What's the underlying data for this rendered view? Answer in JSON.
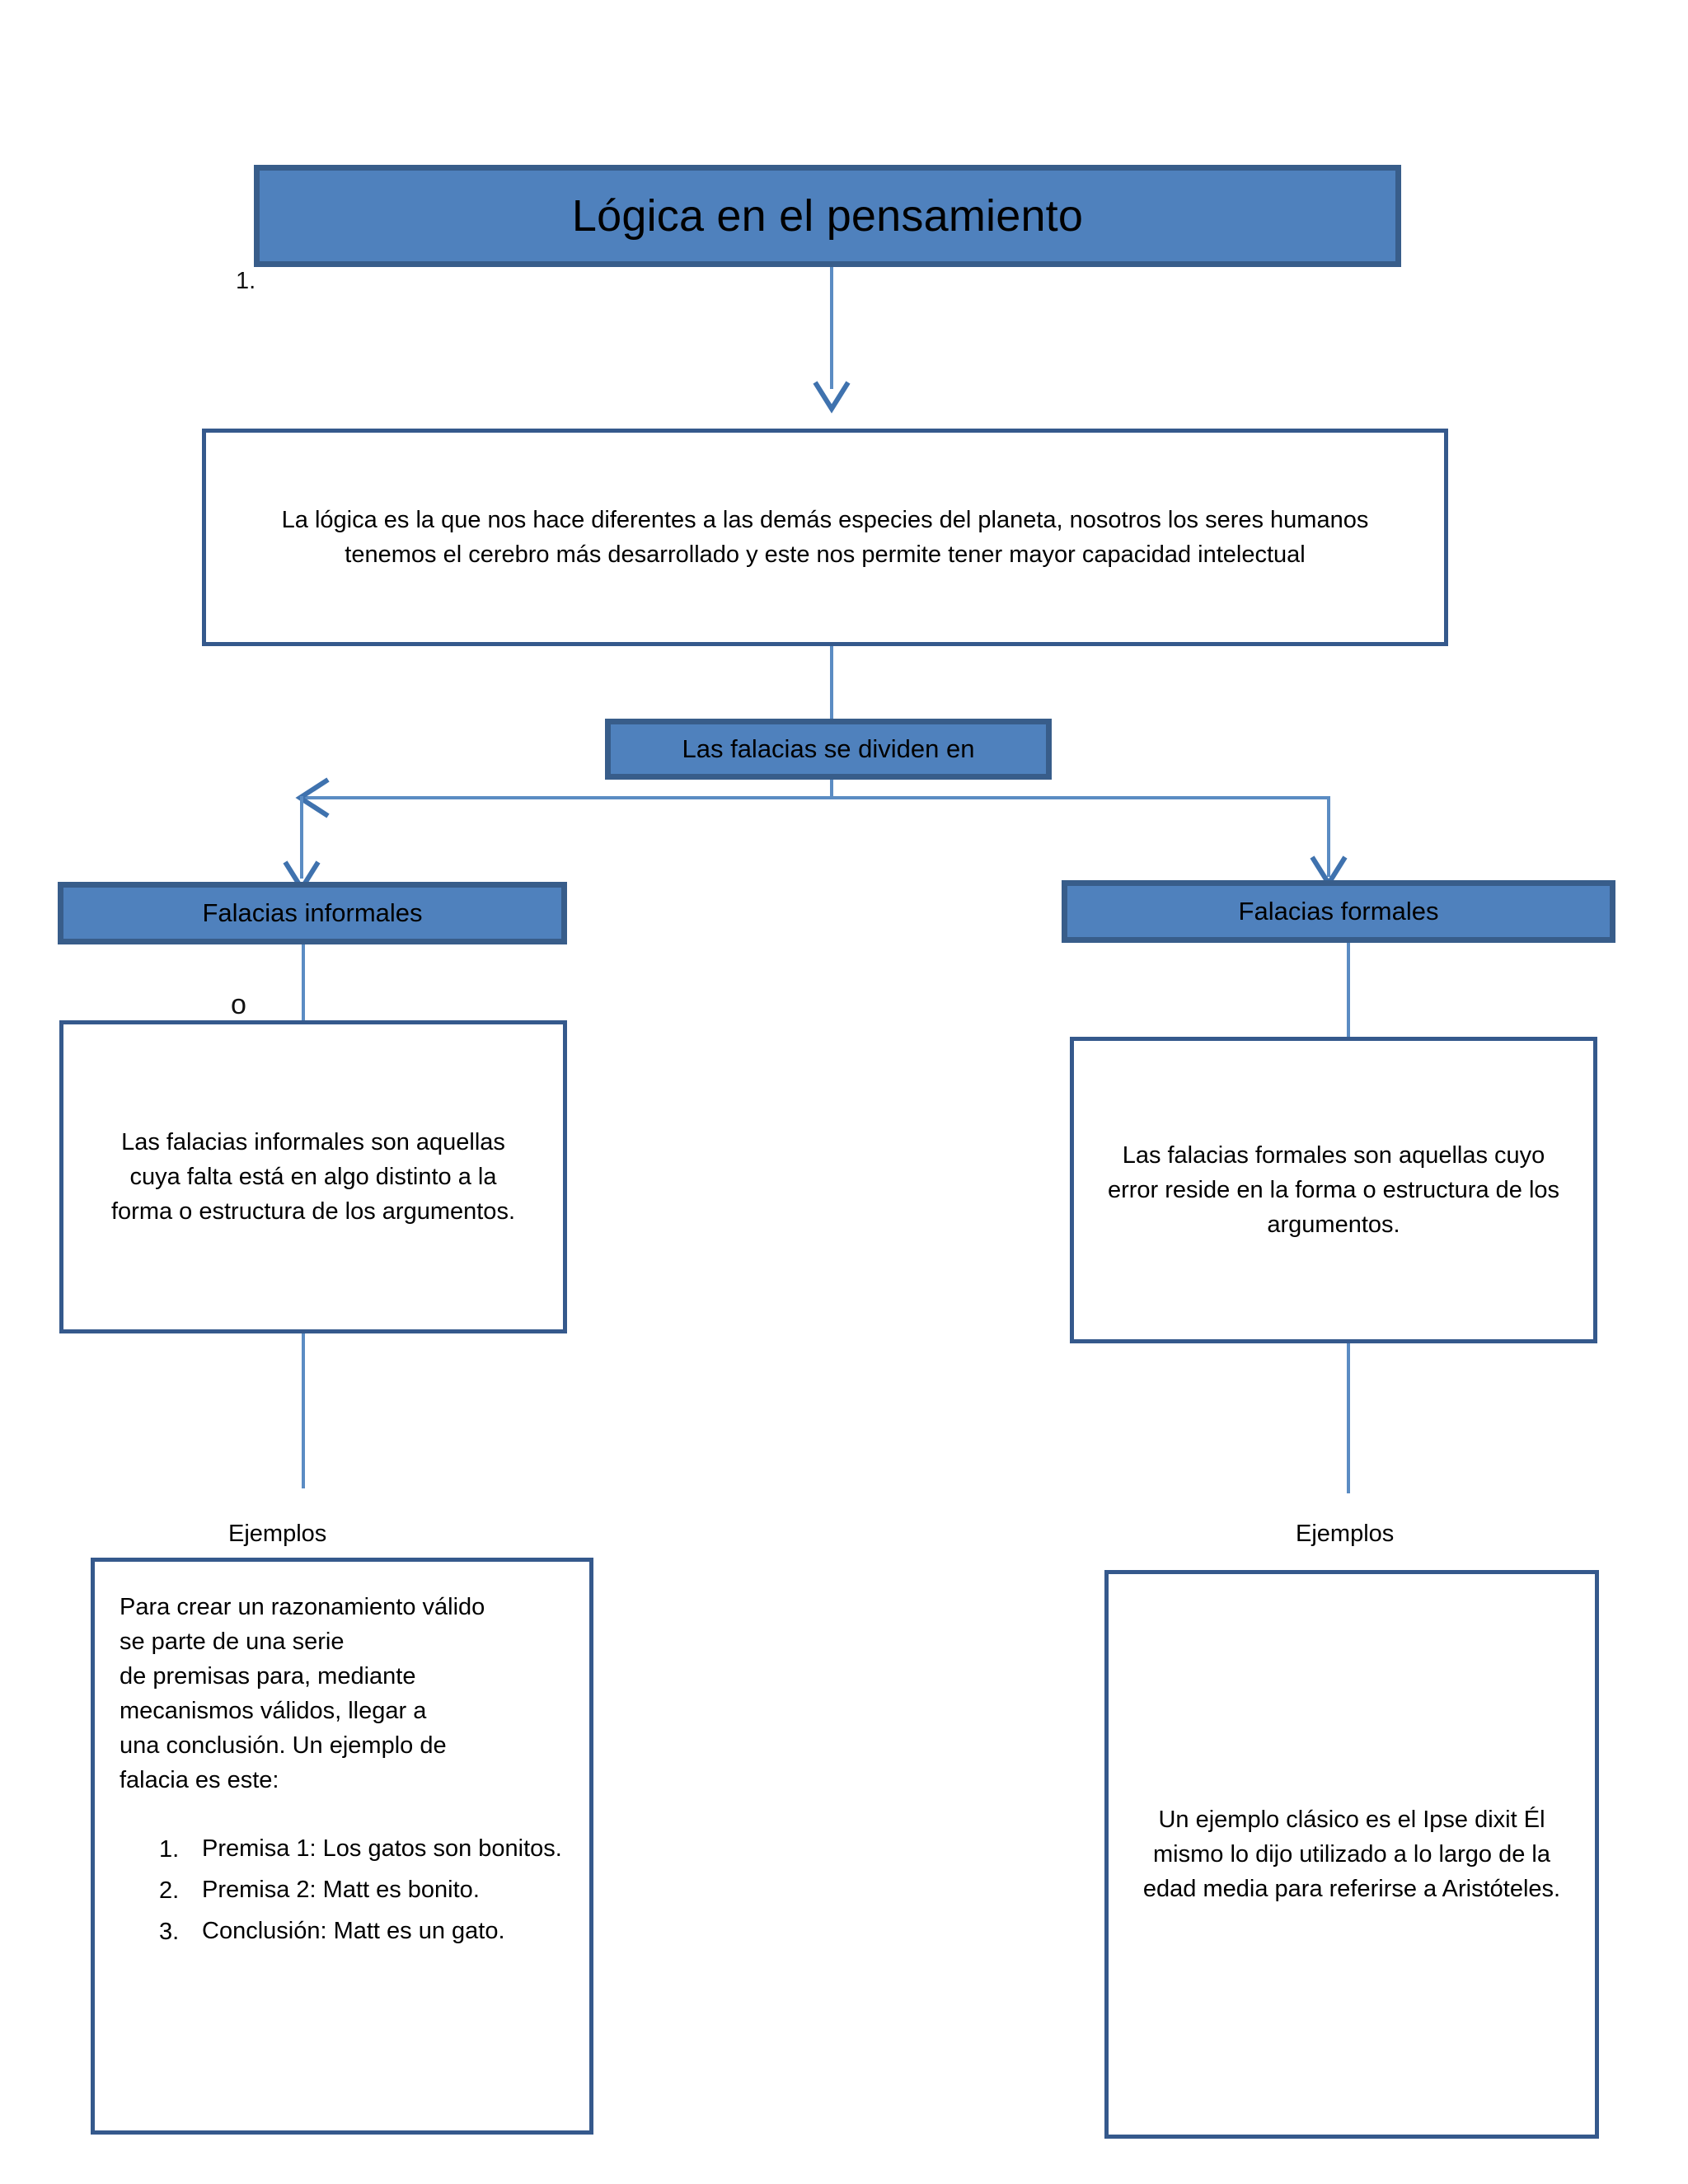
{
  "document": {
    "title": "Lógica en el pensamiento",
    "list_marker": "1.",
    "artifact_glyph": "o"
  },
  "colors": {
    "fill_blue": "#4F81BD",
    "fill_border": "#385D8A",
    "outline_border": "#35598C",
    "connector": "#5B8CC3",
    "text": "#000000",
    "background": "#FFFFFF"
  },
  "nodes": {
    "title": {
      "label": "Lógica en el pensamiento"
    },
    "intro": {
      "text": "La lógica es la que nos hace diferentes a las demás especies del planeta, nosotros los seres humanos tenemos el cerebro más desarrollado y este nos permite tener mayor capacidad intelectual"
    },
    "divider": {
      "label": "Las falacias se dividen en"
    },
    "branch_left": {
      "label": "Falacias informales",
      "definition": "Las falacias informales son aquellas cuya falta está en algo distinto a la forma o estructura de los argumentos.",
      "examples_label": "Ejemplos",
      "example_intro_lines": [
        "Para crear un razonamiento válido",
        "se parte de una serie",
        "de premisas para, mediante",
        "mecanismos válidos, llegar a",
        "una conclusión. Un ejemplo de",
        "falacia es este:"
      ],
      "example_list": [
        {
          "num": "1.",
          "text": "Premisa 1: Los gatos son bonitos."
        },
        {
          "num": "2.",
          "text": "Premisa 2: Matt es bonito."
        },
        {
          "num": "3.",
          "text": "Conclusión: Matt es un gato."
        }
      ]
    },
    "branch_right": {
      "label": "Falacias formales",
      "definition": "Las falacias formales son aquellas cuyo error reside en la forma o estructura de los argumentos.",
      "examples_label": "Ejemplos",
      "example_text": "Un ejemplo clásico es el Ipse dixit Él mismo lo dijo utilizado a lo largo de la edad media para referirse a Aristóteles."
    }
  }
}
